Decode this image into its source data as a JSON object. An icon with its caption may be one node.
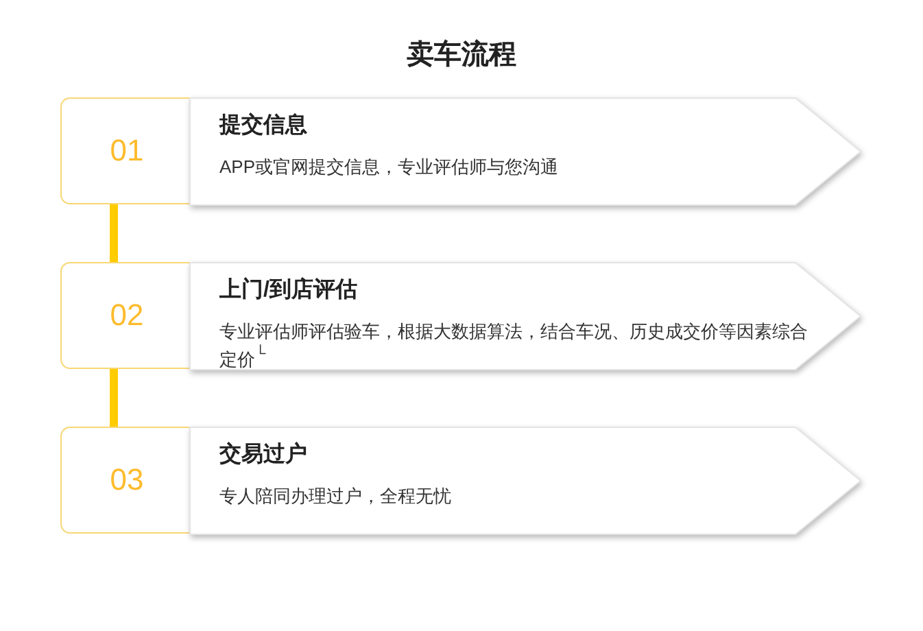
{
  "diagram": {
    "title": "卖车流程",
    "nodes": [
      {
        "text": [
          "01"
        ]
      },
      {
        "text": [
          "提交信息",
          "APP或官网提交信息，专业评估师与您沟通"
        ]
      },
      {
        "text": [
          "02"
        ]
      },
      {
        "text": [
          "上门/到店评估",
          "专业评估师评估验车，根据大数据算法，结合车况、历史成交价等因素综合定价$^{└}$"
        ]
      },
      {
        "text": [
          "03"
        ]
      },
      {
        "text": [
          "交易过户",
          "专人陪同办理过户，全程无忧"
        ]
      }
    ],
    "edges": [
      {
        "from": 0,
        "to": 2,
        "arrow": "none"
      },
      {
        "from": 2,
        "to": 4,
        "arrow": "none"
      }
    ]
  }
}
